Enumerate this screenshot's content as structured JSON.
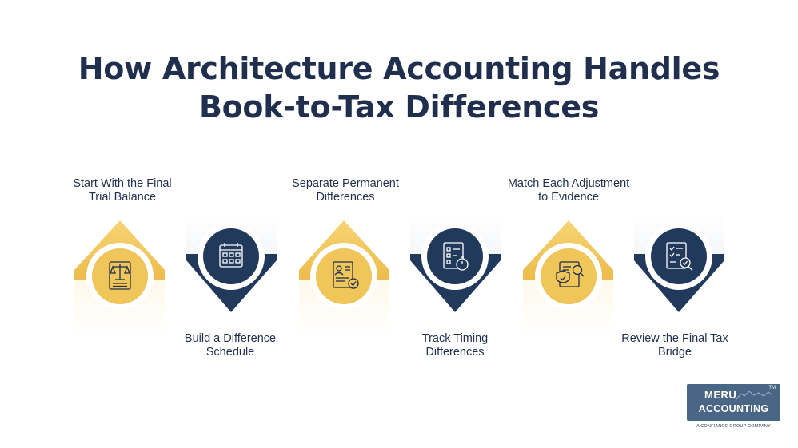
{
  "title": {
    "line1": "How Architecture Accounting Handles",
    "line2": "Book-to-Tax Differences"
  },
  "steps": [
    {
      "line1": "Start With the Final",
      "line2": "Trial Balance",
      "icon": "scales-document-icon"
    },
    {
      "line1": "Build a Difference",
      "line2": "Schedule",
      "icon": "calendar-icon"
    },
    {
      "line1": "Separate Permanent",
      "line2": "Differences",
      "icon": "profile-document-check-icon"
    },
    {
      "line1": "Track Timing",
      "line2": "Differences",
      "icon": "checklist-stopwatch-icon"
    },
    {
      "line1": "Match Each Adjustment",
      "line2": "to Evidence",
      "icon": "shield-document-magnifier-icon"
    },
    {
      "line1": "Review the Final Tax",
      "line2": "Bridge",
      "icon": "checklist-magnifier-icon"
    }
  ],
  "logo": {
    "line1": "MERU",
    "line2": "ACCOUNTING",
    "trademark": "TM",
    "tagline": "A CONFIANCE GROUP COMPANY"
  },
  "colors": {
    "navy": "#213a5c",
    "gold": "#f0c55a",
    "gold_dark": "#e2b043",
    "title": "#1f2f4d"
  }
}
